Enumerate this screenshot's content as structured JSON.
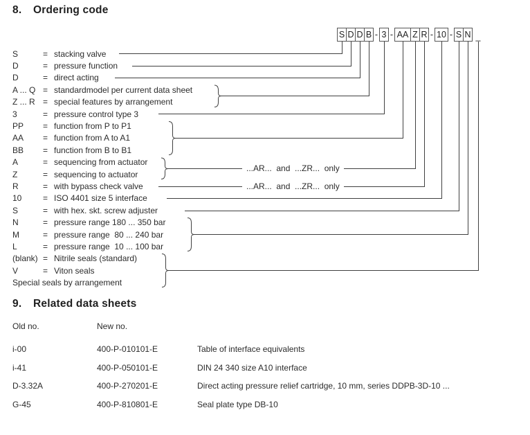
{
  "sections": {
    "s8": {
      "num": "8.",
      "title": "Ordering code"
    },
    "s9": {
      "num": "9.",
      "title": "Related data sheets"
    }
  },
  "ordering_code": {
    "segments": [
      {
        "text": "S"
      },
      {
        "text": "D"
      },
      {
        "text": "D"
      },
      {
        "text": "B"
      },
      {
        "text": "-"
      },
      {
        "text": "3"
      },
      {
        "text": "-"
      },
      {
        "text": "AA"
      },
      {
        "text": "Z"
      },
      {
        "text": "R"
      },
      {
        "text": "-"
      },
      {
        "text": "10"
      },
      {
        "text": "-"
      },
      {
        "text": "S"
      },
      {
        "text": "N"
      },
      {
        "text": "_"
      }
    ],
    "ar_zr_note": "...AR...  and  ...ZR...  only",
    "legend": [
      {
        "code": "S",
        "eq": "=",
        "desc": "stacking valve"
      },
      {
        "code": "D",
        "eq": "=",
        "desc": "pressure function"
      },
      {
        "code": "D",
        "eq": "=",
        "desc": "direct acting"
      },
      {
        "code": "A ... Q",
        "eq": "=",
        "desc": "standardmodel per current data sheet"
      },
      {
        "code": "Z ... R",
        "eq": "=",
        "desc": "special features by arrangement"
      },
      {
        "code": "3",
        "eq": "=",
        "desc": "pressure control type 3"
      },
      {
        "code": "PP",
        "eq": "=",
        "desc": "function from P to P1"
      },
      {
        "code": "AA",
        "eq": "=",
        "desc": "function from A to A1"
      },
      {
        "code": "BB",
        "eq": "=",
        "desc": "function from B to B1"
      },
      {
        "code": "A",
        "eq": "=",
        "desc": "sequencing from actuator"
      },
      {
        "code": "Z",
        "eq": "=",
        "desc": "sequencing to actuator"
      },
      {
        "code": "R",
        "eq": "=",
        "desc": "with bypass check valve"
      },
      {
        "code": "10",
        "eq": "=",
        "desc": "ISO 4401 size 5 interface"
      },
      {
        "code": "S",
        "eq": "=",
        "desc": "with hex. skt. screw adjuster"
      },
      {
        "code": "N",
        "eq": "=",
        "desc": "pressure range 180 ... 350 bar"
      },
      {
        "code": "M",
        "eq": "=",
        "desc": "pressure range  80 ... 240 bar"
      },
      {
        "code": "L",
        "eq": "=",
        "desc": "pressure range  10 ... 100 bar"
      },
      {
        "code": "(blank)",
        "eq": "=",
        "desc": "Nitrile seals (standard)"
      },
      {
        "code": "V",
        "eq": "=",
        "desc": "Viton seals"
      },
      {
        "code": "Special seals by arrangement",
        "eq": "",
        "desc": ""
      }
    ]
  },
  "related": {
    "headers": {
      "old": "Old no.",
      "new": "New no."
    },
    "rows": [
      {
        "old": "i-00",
        "new": "400-P-010101-E",
        "desc": "Table of interface equivalents"
      },
      {
        "old": "i-41",
        "new": "400-P-050101-E",
        "desc": "DIN 24 340 size A10 interface"
      },
      {
        "old": "D-3.32A",
        "new": "400-P-270201-E",
        "desc": "Direct acting pressure relief cartridge, 10 mm, series DDPB-3D-10 ..."
      },
      {
        "old": "G-45",
        "new": "400-P-810801-E",
        "desc": "Seal plate type DB-10"
      }
    ]
  }
}
